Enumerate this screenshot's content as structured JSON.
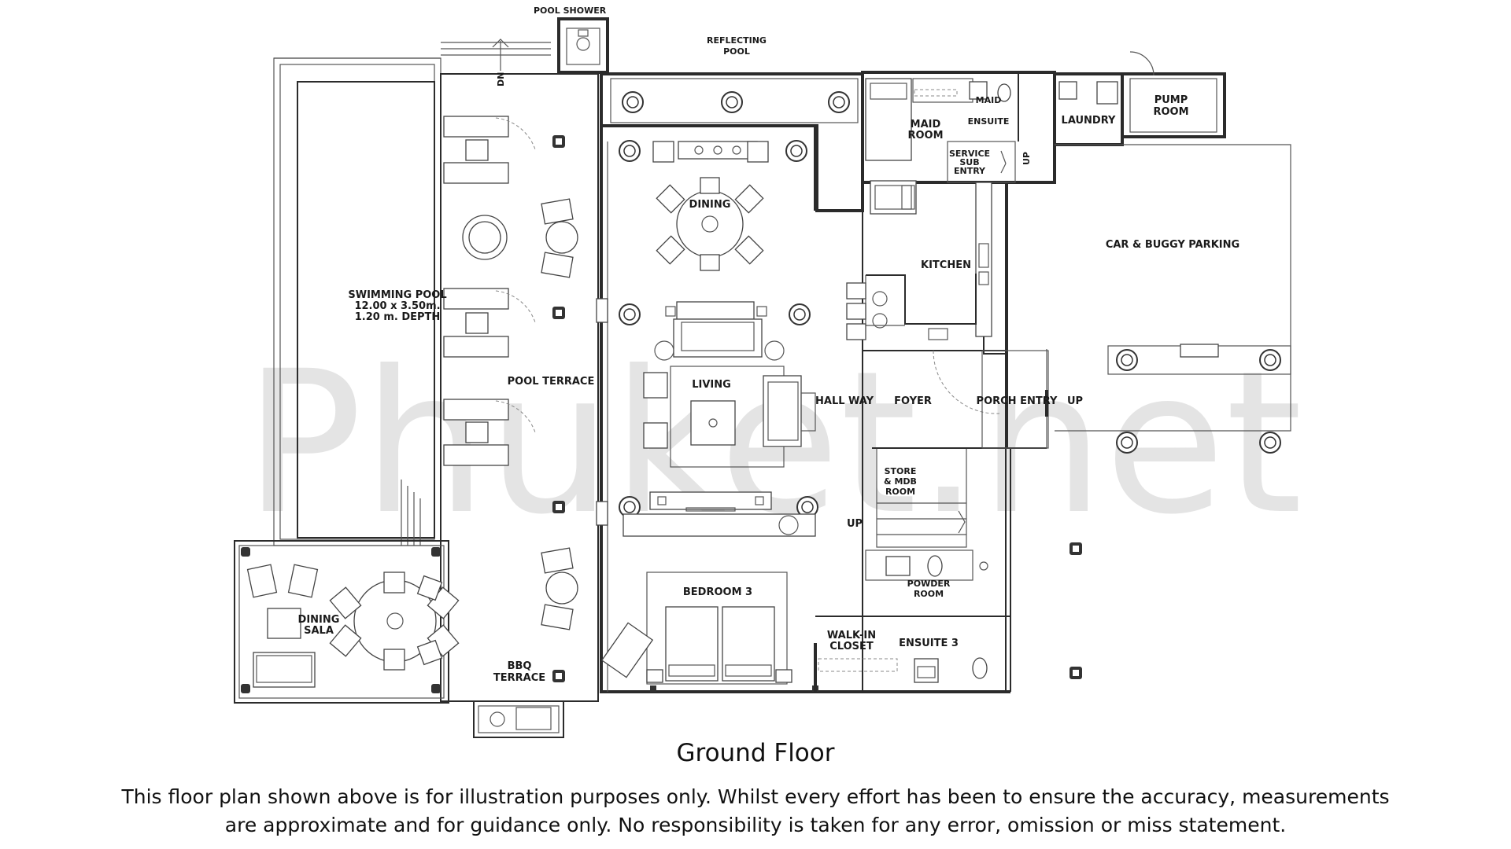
{
  "title": "Ground Floor",
  "disclaimer": "This floor plan shown above is for illustration purposes only. Whilst every effort has been to ensure the accuracy, measurements are approximate and for guidance only. No responsibility is taken for any error, omission or miss statement.",
  "watermark": "Phuket.net",
  "rooms": {
    "pool_shower": "POOL SHOWER",
    "reflecting_pool_1": "REFLECTING",
    "reflecting_pool_2": "POOL",
    "maid_room_1": "MAID",
    "maid_room_2": "ROOM",
    "maid_ensuite_1": "MAID",
    "maid_ensuite_2": "ENSUITE",
    "laundry": "LAUNDRY",
    "pump_room_1": "PUMP",
    "pump_room_2": "ROOM",
    "service_entry_1": "SERVICE",
    "service_entry_2": "SUB",
    "service_entry_3": "ENTRY",
    "dining": "DINING",
    "kitchen": "KITCHEN",
    "car_parking": "CAR & BUGGY PARKING",
    "pool_1": "SWIMMING POOL",
    "pool_2": "12.00 x 3.50m.",
    "pool_3": "1.20 m. DEPTH",
    "pool_terrace": "POOL TERRACE",
    "living": "LIVING",
    "hall_way": "HALL WAY",
    "foyer": "FOYER",
    "porch_entry": "PORCH ENTRY",
    "store_1": "STORE",
    "store_2": "& MDB",
    "store_3": "ROOM",
    "bedroom3": "BEDROOM 3",
    "powder_1": "POWDER",
    "powder_2": "ROOM",
    "walkin_1": "WALK-IN",
    "walkin_2": "CLOSET",
    "ensuite3": "ENSUITE 3",
    "dining_sala_1": "DINING",
    "dining_sala_2": "SALA",
    "bbq_1": "BBQ",
    "bbq_2": "TERRACE"
  },
  "markers": {
    "up_service": "UP",
    "up_porch": "UP",
    "up_stair": "UP",
    "dn_terrace": "DN"
  }
}
